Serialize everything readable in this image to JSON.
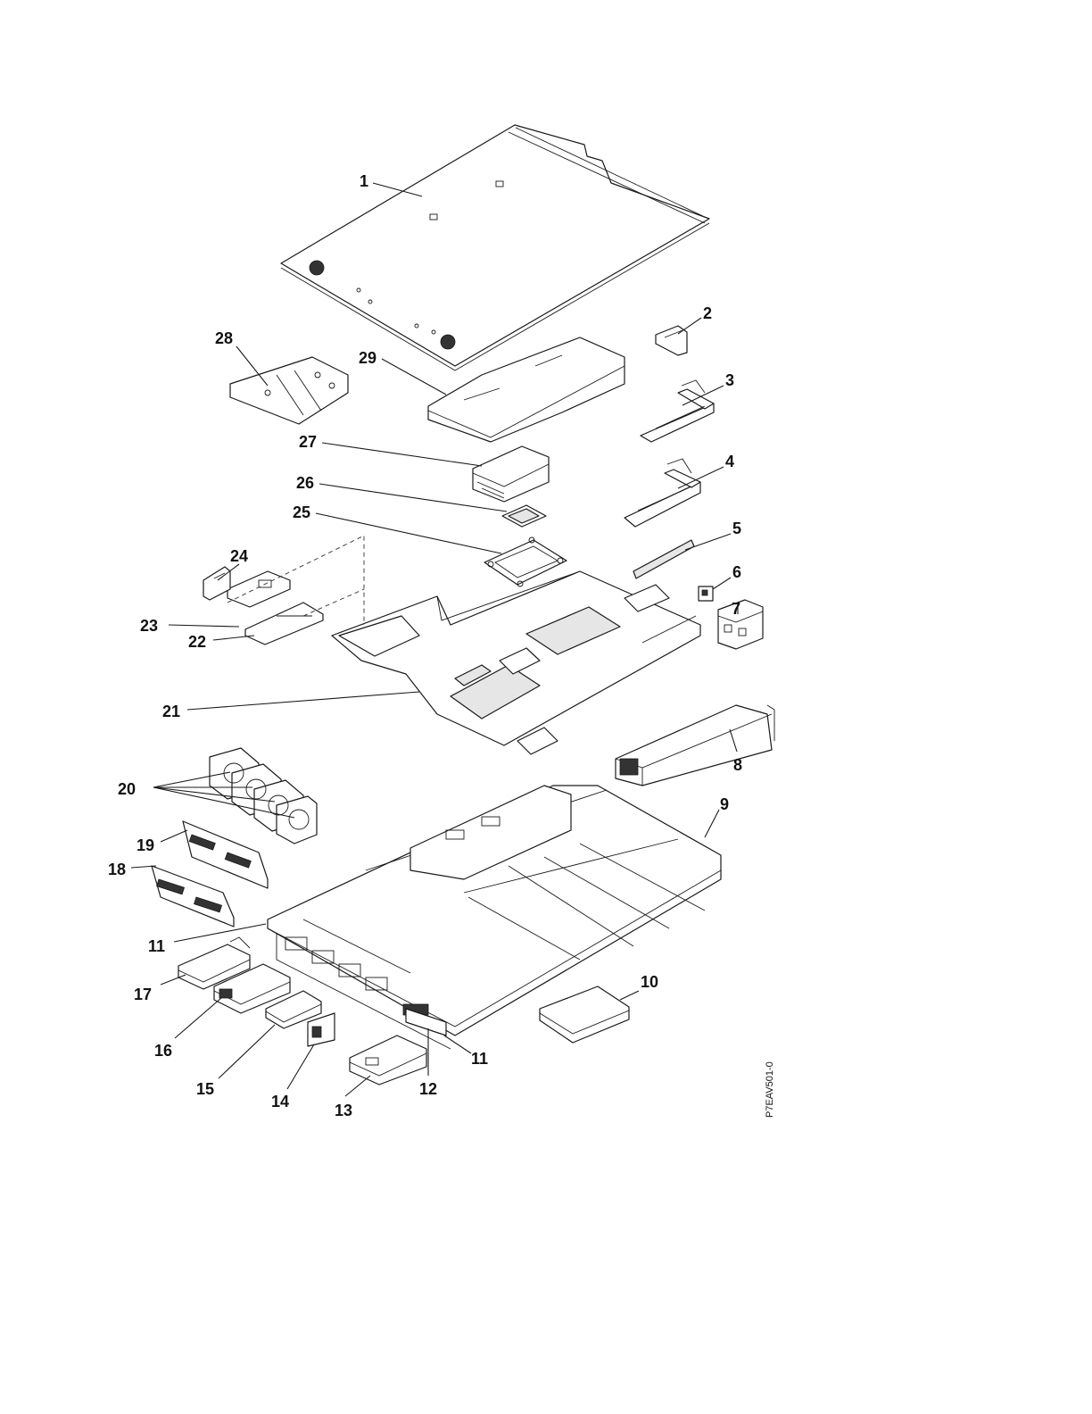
{
  "callouts": {
    "c1": "1",
    "c2": "2",
    "c3": "3",
    "c4": "4",
    "c5": "5",
    "c6": "6",
    "c7": "7",
    "c8": "8",
    "c9": "9",
    "c10": "10",
    "c11a": "11",
    "c11b": "11",
    "c12": "12",
    "c13": "13",
    "c14": "14",
    "c15": "15",
    "c16": "16",
    "c17": "17",
    "c18": "18",
    "c19": "19",
    "c20": "20",
    "c21": "21",
    "c22": "22",
    "c23": "23",
    "c24": "24",
    "c25": "25",
    "c26": "26",
    "c27": "27",
    "c28": "28",
    "c29": "29"
  },
  "figure_id": "P7EAV501-0"
}
